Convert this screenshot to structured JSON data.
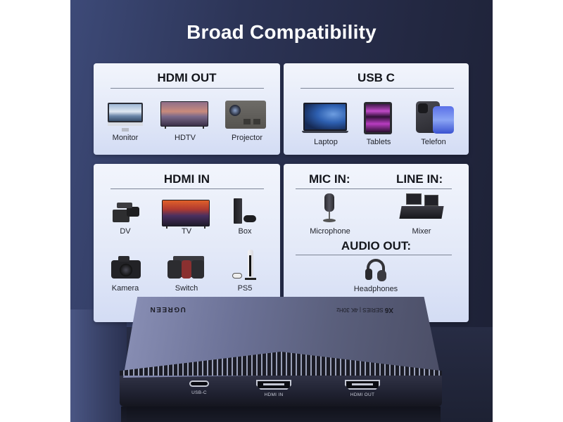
{
  "title": "Broad Compatibility",
  "colors": {
    "panel_dark": "#232842",
    "panel_light": "#3d4a78",
    "card_top": "#f2f5fc",
    "card_bottom": "#d3dcf4",
    "heading_text": "#14161c",
    "title_text": "#ffffff"
  },
  "cards": {
    "hdmi_out": {
      "title": "HDMI OUT",
      "items": [
        {
          "label": "Monitor",
          "icon": "monitor-icon"
        },
        {
          "label": "HDTV",
          "icon": "tv-icon"
        },
        {
          "label": "Projector",
          "icon": "projector-icon"
        }
      ]
    },
    "usb_c": {
      "title": "USB C",
      "items": [
        {
          "label": "Laptop",
          "icon": "laptop-icon"
        },
        {
          "label": "Tablets",
          "icon": "tablet-icon"
        },
        {
          "label": "Telefon",
          "icon": "phone-icon"
        }
      ]
    },
    "hdmi_in": {
      "title": "HDMI IN",
      "items": [
        {
          "label": "DV",
          "icon": "camcorder-icon"
        },
        {
          "label": "TV",
          "icon": "tv-icon"
        },
        {
          "label": "Box",
          "icon": "game-console-icon"
        },
        {
          "label": "Kamera",
          "icon": "camera-icon"
        },
        {
          "label": "Switch",
          "icon": "handheld-console-icon"
        },
        {
          "label": "PS5",
          "icon": "ps5-icon"
        }
      ]
    },
    "audio": {
      "mic_in_title": "MIC IN:",
      "line_in_title": "LINE IN:",
      "audio_out_title": "AUDIO OUT:",
      "items": [
        {
          "label": "Microphone",
          "icon": "microphone-icon"
        },
        {
          "label": "Mixer",
          "icon": "mixer-icon"
        },
        {
          "label": "Headphones",
          "icon": "headphones-icon"
        }
      ]
    }
  },
  "device": {
    "brand": "UGREEN",
    "series_prefix": "X6",
    "series_text": "SERIES | 4K 30Hz",
    "ports": [
      {
        "label": "USB-C"
      },
      {
        "label": "HDMI IN"
      },
      {
        "label": "HDMI OUT"
      }
    ]
  }
}
